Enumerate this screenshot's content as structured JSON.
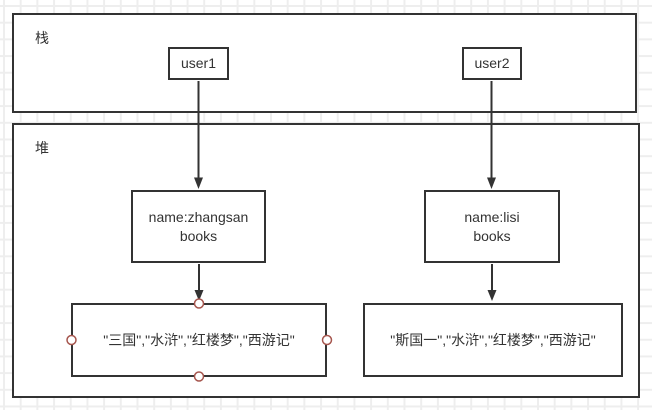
{
  "stack": {
    "label": "栈",
    "nodes": [
      {
        "label": "user1"
      },
      {
        "label": "user2"
      }
    ]
  },
  "heap": {
    "label": "堆",
    "objects": [
      {
        "line1": "name:zhangsan",
        "line2": "books"
      },
      {
        "line1": "name:lisi",
        "line2": "books"
      }
    ],
    "arrays": [
      {
        "text": "\"三国\",\"水浒\",\"红楼梦\",\"西游记\""
      },
      {
        "text": "\"斯国一\",\"水浒\",\"红楼梦\",\"西游记\""
      }
    ]
  },
  "colors": {
    "shape_border": "#333333",
    "text": "#333333",
    "arrow": "#333333",
    "connection_handle": "#a6564e",
    "grid_line": "#eeeeee",
    "background": "#ffffff"
  }
}
